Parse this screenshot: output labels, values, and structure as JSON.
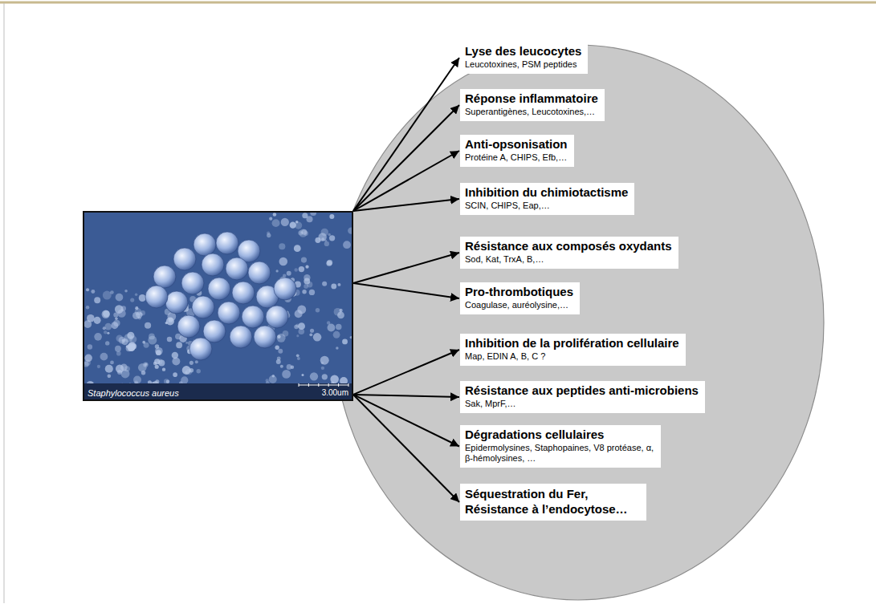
{
  "diagram": {
    "nodes": [
      {
        "text": [
          "Staphylococcus aureus",
          "3.00um"
        ]
      },
      {
        "text": [
          "Lyse des leucocytes",
          "Leucotoxines, PSM peptides"
        ]
      },
      {
        "text": [
          "Réponse inflammatoire",
          "Superantigènes, Leucotoxines,…"
        ]
      },
      {
        "text": [
          "Anti-opsonisation",
          "Protéine A, CHIPS, Efb,…"
        ]
      },
      {
        "text": [
          "Inhibition du chimiotactisme",
          "SCIN, CHIPS, Eap,…"
        ]
      },
      {
        "text": [
          "Résistance aux composés oxydants",
          "Sod, Kat, TrxA, B,…"
        ]
      },
      {
        "text": [
          "Pro-thrombotiques",
          "Coagulase, auréolysine,…"
        ]
      },
      {
        "text": [
          "Inhibition de la prolifération cellulaire",
          "Map, EDIN A, B, C ?"
        ]
      },
      {
        "text": [
          "Résistance aux peptides anti-microbiens",
          "Sak, MprF,…"
        ]
      },
      {
        "text": [
          "Dégradations cellulaires",
          "Epidermolysines, Staphopaines, V8 protéase, α, β-hémolysines, …"
        ]
      },
      {
        "text": [
          "Séquestration du Fer, Résistance à l’endocytose…"
        ]
      }
    ],
    "edges": [
      {
        "from": 0,
        "to": 1,
        "arrow": "to"
      },
      {
        "from": 0,
        "to": 2,
        "arrow": "to"
      },
      {
        "from": 0,
        "to": 3,
        "arrow": "to"
      },
      {
        "from": 0,
        "to": 4,
        "arrow": "to"
      },
      {
        "from": 0,
        "to": 5,
        "arrow": "to"
      },
      {
        "from": 0,
        "to": 6,
        "arrow": "to"
      },
      {
        "from": 0,
        "to": 7,
        "arrow": "to"
      },
      {
        "from": 0,
        "to": 8,
        "arrow": "to"
      },
      {
        "from": 0,
        "to": 9,
        "arrow": "to"
      },
      {
        "from": 0,
        "to": 10,
        "arrow": "to"
      }
    ]
  }
}
